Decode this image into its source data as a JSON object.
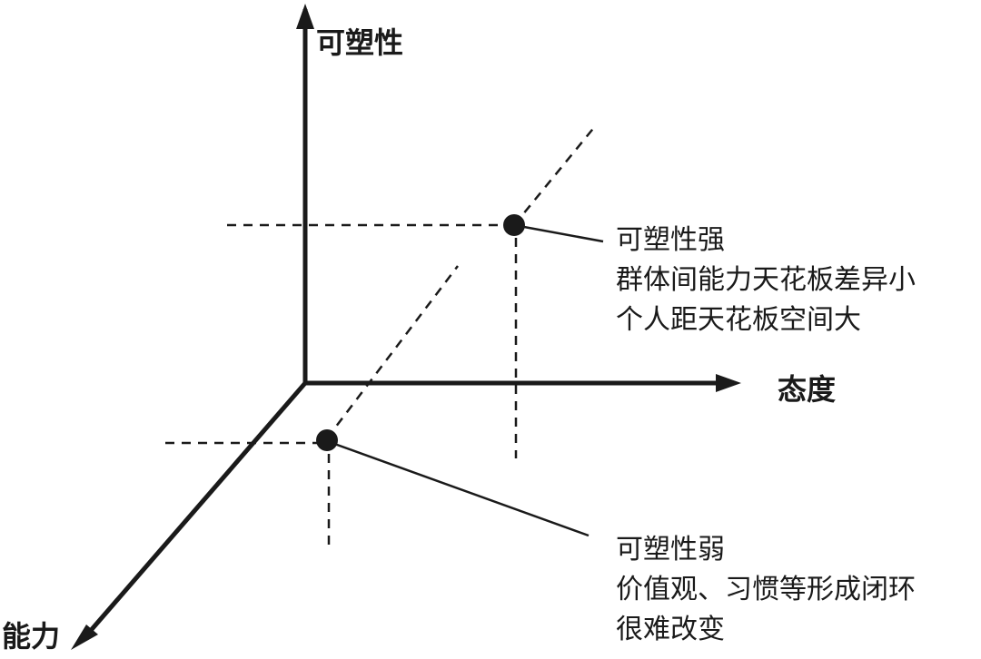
{
  "axes": {
    "vertical_label": "可塑性",
    "horizontal_label": "态度",
    "depth_label": "能力"
  },
  "points": [
    {
      "lines": [
        "可塑性强",
        "群体间能力天花板差异小",
        "个人距天花板空间大"
      ]
    },
    {
      "lines": [
        "可塑性弱",
        "价值观、习惯等形成闭环",
        "很难改变"
      ]
    }
  ],
  "colors": {
    "ink": "#1a1a1a",
    "background": "#ffffff"
  }
}
